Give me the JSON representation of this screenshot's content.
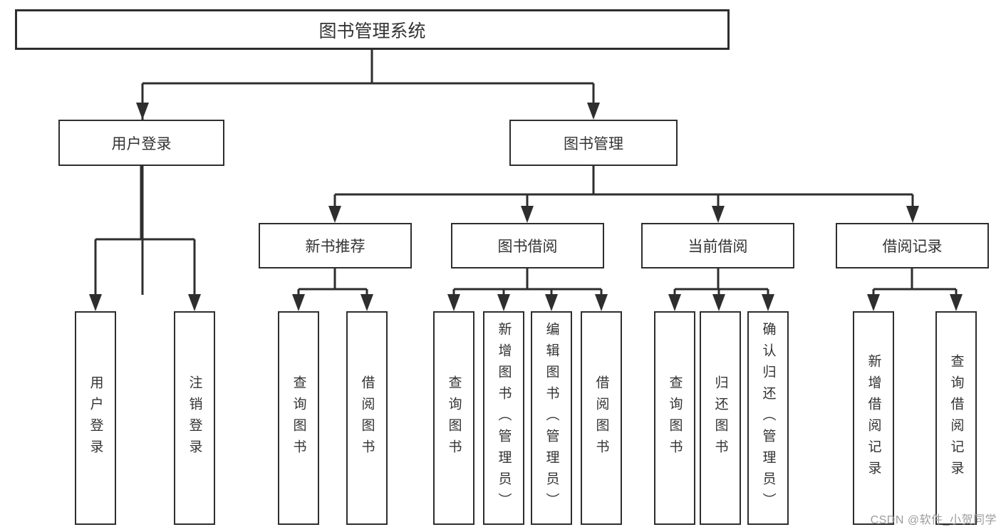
{
  "tree": {
    "root": {
      "label": "图书管理系统"
    },
    "branches": [
      {
        "label": "用户登录",
        "parent": "图书管理系统"
      },
      {
        "label": "图书管理",
        "parent": "图书管理系统"
      }
    ],
    "sections": [
      {
        "label": "新书推荐",
        "parent": "图书管理"
      },
      {
        "label": "图书借阅",
        "parent": "图书管理"
      },
      {
        "label": "当前借阅",
        "parent": "图书管理"
      },
      {
        "label": "借阅记录",
        "parent": "图书管理"
      }
    ],
    "leaves": [
      {
        "label": "用户登录",
        "parent": "用户登录"
      },
      {
        "label": "注销登录",
        "parent": "用户登录"
      },
      {
        "label": "查询图书",
        "parent": "新书推荐"
      },
      {
        "label": "借阅图书",
        "parent": "新书推荐"
      },
      {
        "label": "查询图书",
        "parent": "图书借阅"
      },
      {
        "label": "新增图书（管理员）",
        "parent": "图书借阅"
      },
      {
        "label": "编辑图书（管理员）",
        "parent": "图书借阅"
      },
      {
        "label": "借阅图书",
        "parent": "图书借阅"
      },
      {
        "label": "查询图书",
        "parent": "当前借阅"
      },
      {
        "label": "归还图书",
        "parent": "当前借阅"
      },
      {
        "label": "确认归还（管理员）",
        "parent": "当前借阅"
      },
      {
        "label": "新增借阅记录",
        "parent": "借阅记录"
      },
      {
        "label": "查询借阅记录",
        "parent": "借阅记录"
      }
    ]
  },
  "watermark": "CSDN @软件_小贺同学",
  "colors": {
    "line": "#2e2e2e",
    "text": "#333333",
    "background": "#ffffff",
    "watermark": "#9c9c9c"
  }
}
